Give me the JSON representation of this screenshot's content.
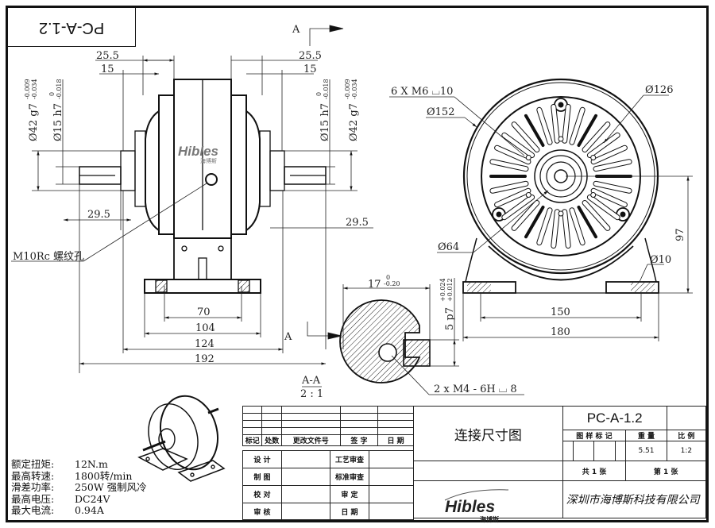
{
  "drawing_code_rotated": "PC-A-1.2",
  "section_markers": {
    "top": "A",
    "bottom": "A"
  },
  "section_view": {
    "title": "A-A",
    "scale": "2 : 1"
  },
  "front_view_dims": {
    "top_left_25_5": "25.5",
    "top_left_15": "15",
    "top_right_25_5": "25.5",
    "top_right_15": "15",
    "left_dia42": "Ø42 g7",
    "left_dia42_tol_upper": "-0.009",
    "left_dia42_tol_lower": "-0.034",
    "left_dia15": "Ø15 h7",
    "left_dia15_tol_upper": "0",
    "left_dia15_tol_lower": "-0.018",
    "right_dia15": "Ø15 h7",
    "right_dia15_tol_upper": "0",
    "right_dia15_tol_lower": "-0.018",
    "right_dia42": "Ø42 g7",
    "right_dia42_tol_upper": "-0.009",
    "right_dia42_tol_lower": "-0.034",
    "left_shaft": "29.5",
    "right_shaft": "29.5",
    "thread_note": "M10Rc 螺纹孔",
    "base_70": "70",
    "base_104": "104",
    "base_124": "124",
    "overall_192": "192",
    "brand_watermark": "Hibles",
    "brand_watermark_cn": "海博斯"
  },
  "side_view_dims": {
    "holes": "6 X M6 ⌴10",
    "dia152": "Ø152",
    "dia126": "Ø126",
    "dia64": "Ø64",
    "dia10": "Ø10",
    "height_97": "97",
    "base_150": "150",
    "base_180": "180"
  },
  "key_section_dims": {
    "width_17": "17",
    "width_17_tol_upper": "0",
    "width_17_tol_lower": "-0.20",
    "key_5": "5 p7",
    "key_5_tol_upper": "+0.024",
    "key_5_tol_lower": "+0.012",
    "tapped_holes": "2 x  M4 - 6H ⌴ 8"
  },
  "specs": [
    {
      "label": "额定扭矩:",
      "value": "12N.m"
    },
    {
      "label": "最高转速:",
      "value": "1800转/min"
    },
    {
      "label": "滑差功率:",
      "value": "250W 强制风冷"
    },
    {
      "label": "最高电压:",
      "value": "DC24V"
    },
    {
      "label": "最大电流:",
      "value": "0.94A"
    }
  ],
  "title_block": {
    "revision_headers": [
      "标记",
      "处数",
      "更改文件号",
      "签 字",
      "日 期"
    ],
    "sign_rows": [
      {
        "left": "设 计",
        "right": "工艺审查"
      },
      {
        "left": "制 图",
        "right": "标准审查"
      },
      {
        "left": "校 对",
        "right": "审 定"
      },
      {
        "left": "审 核",
        "right": "日 期"
      }
    ],
    "drawing_name": "连接尺寸图",
    "drawing_number": "PC-A-1.2",
    "stage_label": "图 样 标 记",
    "weight_label": "重 量",
    "scale_label": "比 例",
    "weight_value": "5.51",
    "scale_value": "1:2",
    "total_sheets": "共 1 张",
    "sheet_no": "第 1 张",
    "logo": "Hibles",
    "logo_cn": "海博斯",
    "company": "深圳市海博斯科技有限公司"
  }
}
